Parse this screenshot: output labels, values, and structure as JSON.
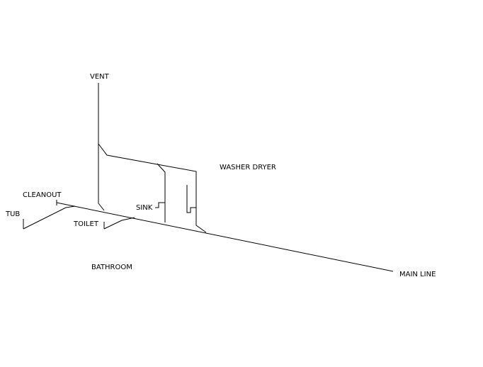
{
  "diagram": {
    "labels": {
      "vent": "VENT",
      "washer_dryer": "WASHER DRYER",
      "cleanout": "CLEANOUT",
      "tub": "TUB",
      "sink": "SINK",
      "toilet": "TOILET",
      "bathroom": "BATHROOM",
      "main_line": "MAIN LINE"
    },
    "colors": {
      "line": "#000000",
      "background": "#ffffff"
    }
  }
}
